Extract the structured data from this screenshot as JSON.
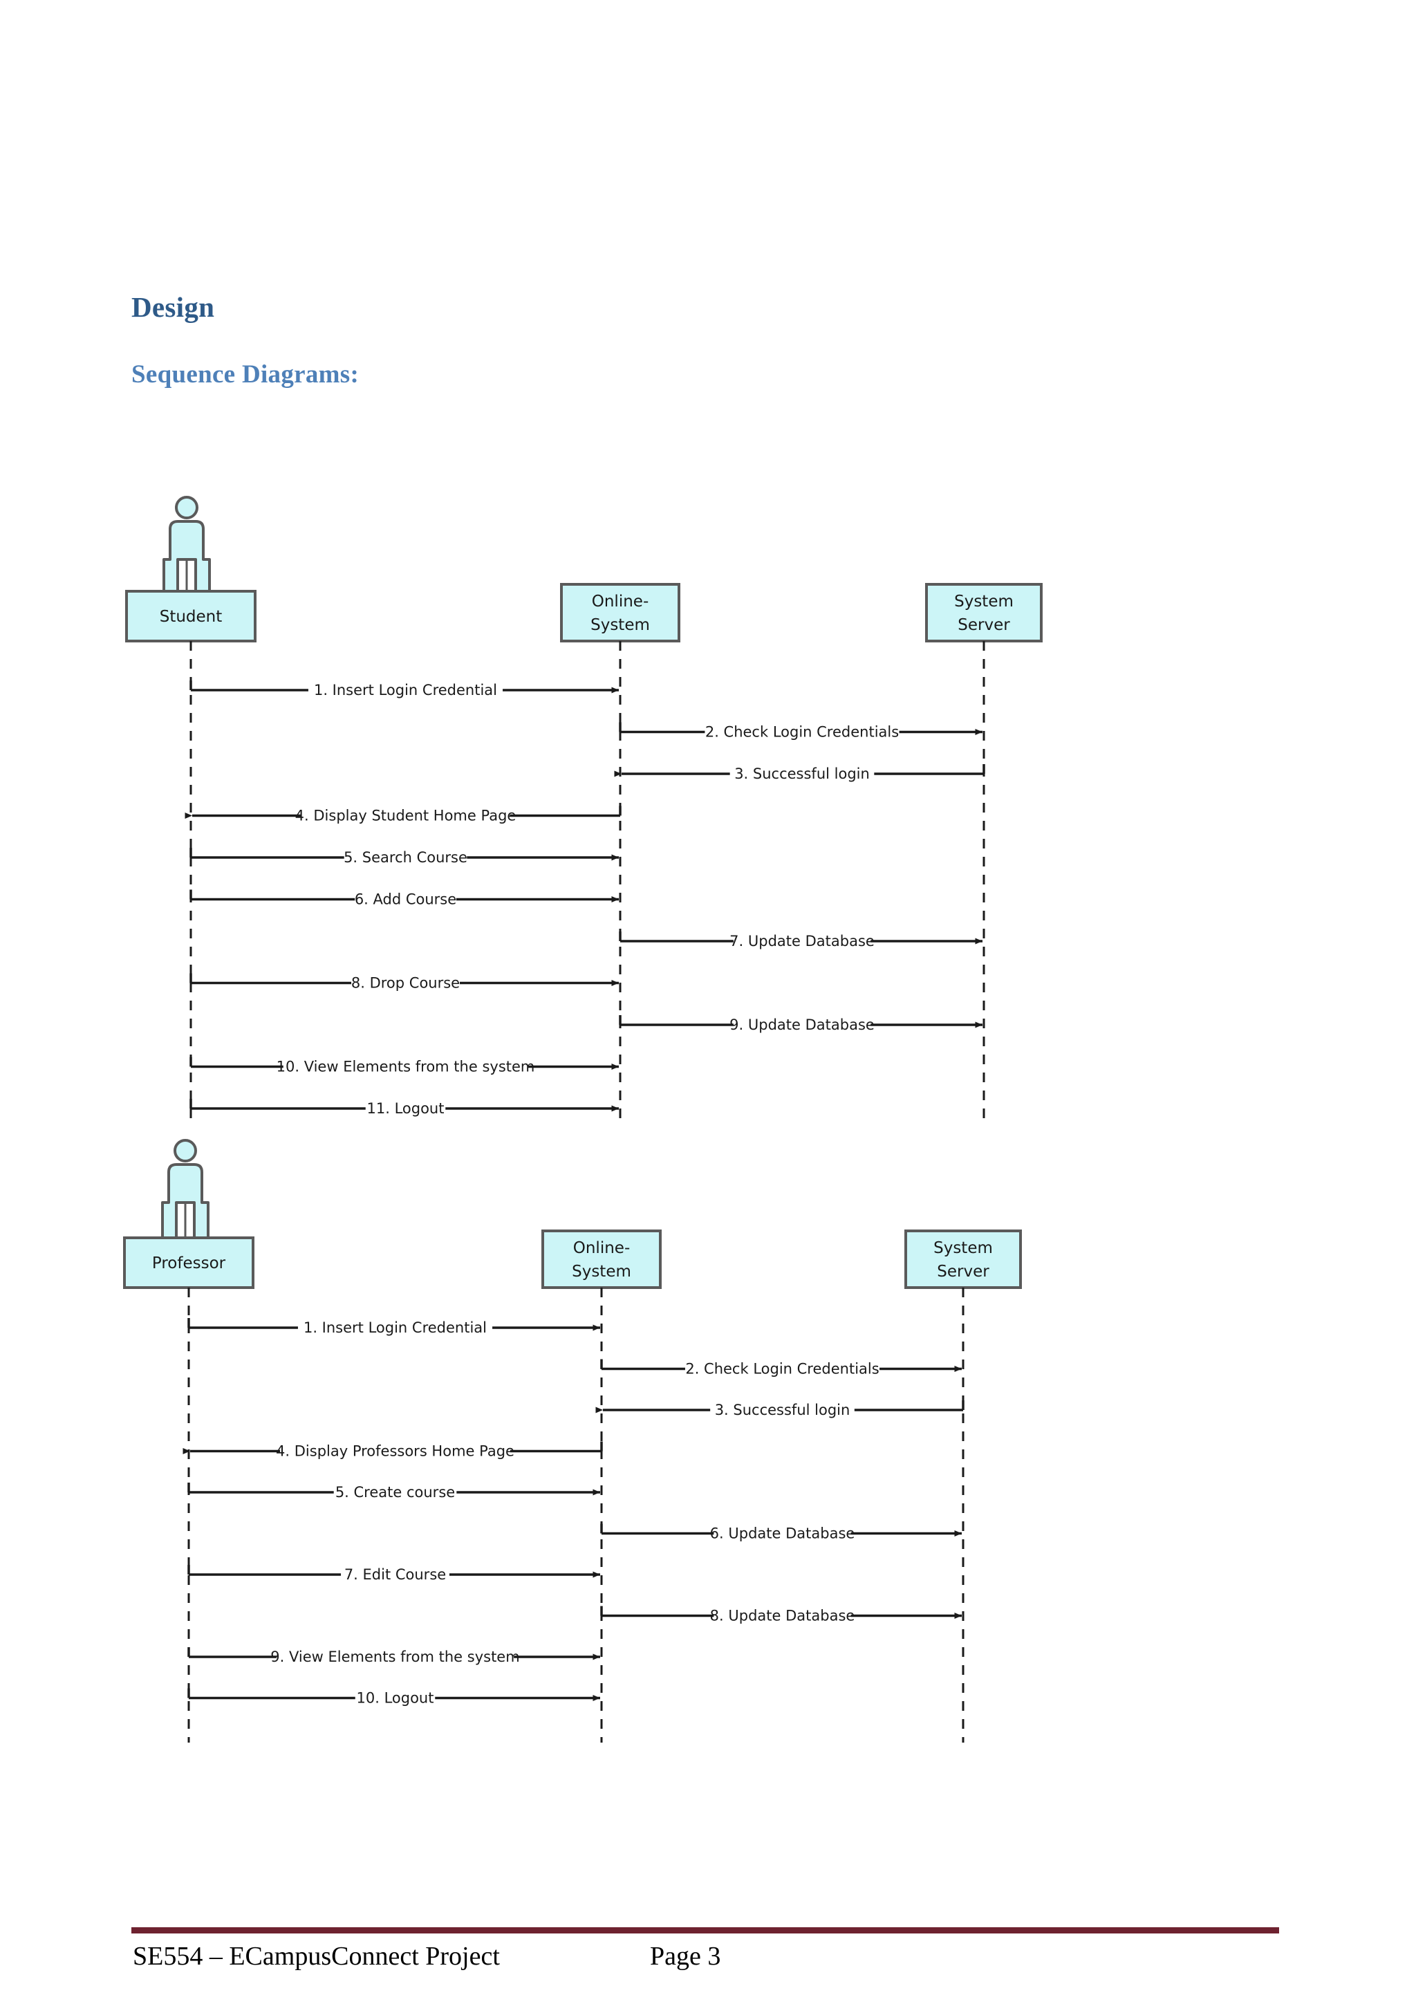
{
  "document": {
    "heading": "Design",
    "subheading": "Sequence Diagrams:",
    "footer": {
      "left": "SE554 – ECampusConnect Project",
      "right": "Page 3",
      "rule_color": "#6E2230"
    }
  },
  "style": {
    "box_fill": "#CCF5F7",
    "box_border": "#5A5A5A",
    "actor_fill": "#CCF5F7",
    "actor_border": "#5A5A5A",
    "line_color": "#1a1a1a",
    "lifeline_color": "#1a1a1a"
  },
  "chart_data": {
    "type": "diagram",
    "diagram_type": "uml-sequence",
    "title": "Sequence Diagrams",
    "diagrams": [
      {
        "name": "student-sequence-diagram",
        "actor": {
          "label": "Student",
          "icon": "actor-person-icon"
        },
        "participants": [
          {
            "id": "student",
            "label": "Student",
            "lines": [
              "Student"
            ]
          },
          {
            "id": "online-system",
            "label": "Online-System",
            "lines": [
              "Online-",
              "System"
            ]
          },
          {
            "id": "system-server",
            "label": "System Server",
            "lines": [
              "System",
              "Server"
            ]
          }
        ],
        "messages": [
          {
            "num": 1,
            "text": "1. Insert Login Credential",
            "from": "student",
            "to": "online-system",
            "direction": "right"
          },
          {
            "num": 2,
            "text": "2. Check Login Credentials",
            "from": "online-system",
            "to": "system-server",
            "direction": "right"
          },
          {
            "num": 3,
            "text": "3. Successful login",
            "from": "system-server",
            "to": "online-system",
            "direction": "left"
          },
          {
            "num": 4,
            "text": "4. Display Student Home Page",
            "from": "online-system",
            "to": "student",
            "direction": "left"
          },
          {
            "num": 5,
            "text": "5. Search Course",
            "from": "student",
            "to": "online-system",
            "direction": "right"
          },
          {
            "num": 6,
            "text": "6. Add Course",
            "from": "student",
            "to": "online-system",
            "direction": "right"
          },
          {
            "num": 7,
            "text": "7. Update Database",
            "from": "online-system",
            "to": "system-server",
            "direction": "right"
          },
          {
            "num": 8,
            "text": "8. Drop Course",
            "from": "student",
            "to": "online-system",
            "direction": "right"
          },
          {
            "num": 9,
            "text": "9. Update Database",
            "from": "online-system",
            "to": "system-server",
            "direction": "right"
          },
          {
            "num": 10,
            "text": "10. View Elements from the system",
            "from": "student",
            "to": "online-system",
            "direction": "right"
          },
          {
            "num": 11,
            "text": "11. Logout",
            "from": "student",
            "to": "online-system",
            "direction": "right"
          }
        ]
      },
      {
        "name": "professor-sequence-diagram",
        "actor": {
          "label": "Professor",
          "icon": "actor-person-icon"
        },
        "participants": [
          {
            "id": "professor",
            "label": "Professor",
            "lines": [
              "Professor"
            ]
          },
          {
            "id": "online-system",
            "label": "Online-System",
            "lines": [
              "Online-",
              "System"
            ]
          },
          {
            "id": "system-server",
            "label": "System Server",
            "lines": [
              "System",
              "Server"
            ]
          }
        ],
        "messages": [
          {
            "num": 1,
            "text": "1. Insert Login Credential",
            "from": "professor",
            "to": "online-system",
            "direction": "right"
          },
          {
            "num": 2,
            "text": "2. Check Login Credentials",
            "from": "online-system",
            "to": "system-server",
            "direction": "right"
          },
          {
            "num": 3,
            "text": "3. Successful login",
            "from": "system-server",
            "to": "online-system",
            "direction": "left"
          },
          {
            "num": 4,
            "text": "4. Display Professors Home Page",
            "from": "online-system",
            "to": "professor",
            "direction": "left"
          },
          {
            "num": 5,
            "text": "5. Create course",
            "from": "professor",
            "to": "online-system",
            "direction": "right"
          },
          {
            "num": 6,
            "text": "6. Update Database",
            "from": "online-system",
            "to": "system-server",
            "direction": "right"
          },
          {
            "num": 7,
            "text": "7. Edit Course",
            "from": "professor",
            "to": "online-system",
            "direction": "right"
          },
          {
            "num": 8,
            "text": "8. Update Database",
            "from": "online-system",
            "to": "system-server",
            "direction": "right"
          },
          {
            "num": 9,
            "text": "9. View Elements from the system",
            "from": "professor",
            "to": "online-system",
            "direction": "right"
          },
          {
            "num": 10,
            "text": "10. Logout",
            "from": "professor",
            "to": "online-system",
            "direction": "right"
          }
        ]
      }
    ]
  }
}
